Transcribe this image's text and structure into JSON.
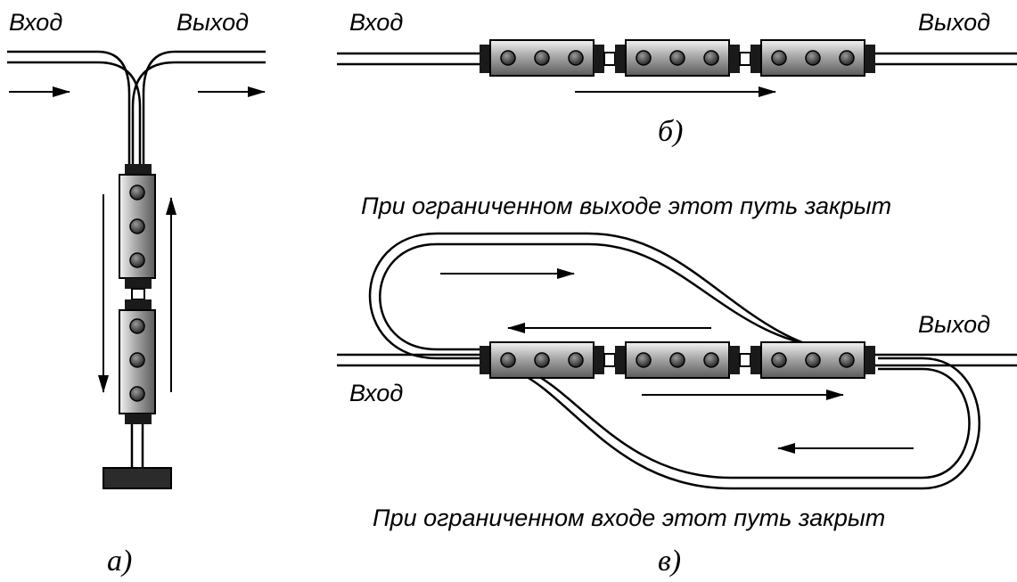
{
  "panel_a": {
    "input_label": "Вход",
    "output_label": "Выход",
    "caption": "а)"
  },
  "panel_b": {
    "input_label": "Вход",
    "output_label": "Выход",
    "caption": "б)"
  },
  "panel_c": {
    "note_top": "При ограниченном выходе этот путь закрыт",
    "note_bottom": "При ограниченном входе этот путь закрыт",
    "input_label": "Вход",
    "output_label": "Выход",
    "caption": "в)"
  },
  "colors": {
    "line": "#000000",
    "background": "#ffffff",
    "module_light": "#d0d0d0",
    "module_dark": "#3a3a3a",
    "cap": "#1a1a1a",
    "port": "#2b2b2b"
  }
}
